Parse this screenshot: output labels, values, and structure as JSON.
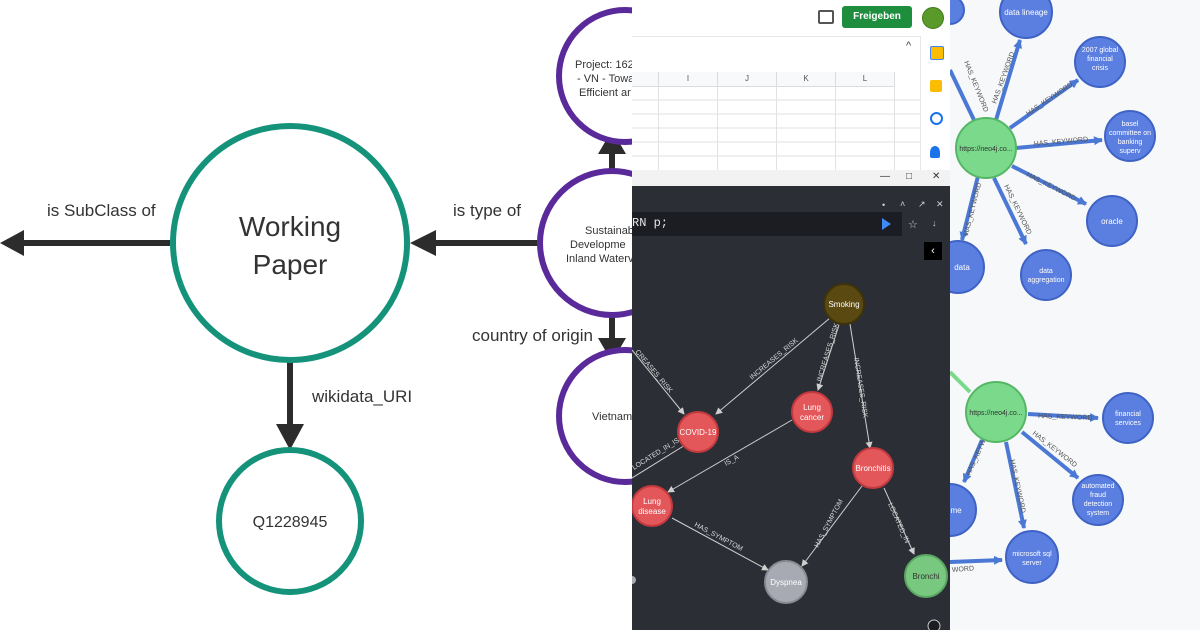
{
  "left": {
    "nodes": {
      "working_paper_line1": "Working",
      "working_paper_line2": "Paper",
      "q_id": "Q1228945",
      "project_line1": "Project: 162",
      "project_line2": "- VN - Towa",
      "project_line3": "Efficient ar",
      "sust_line1": "Sustainab",
      "sust_line2": "Developme",
      "sust_line3": "Inland Waterv",
      "vietnam": "Vietnam"
    },
    "edges": {
      "subclass": "is SubClass of",
      "type_of": "is type of",
      "country": "country of origin",
      "wikidata": "wikidata_URI"
    },
    "colors": {
      "green": "#14937a",
      "purple": "#5a2a9a",
      "arrow": "#2c2c2c"
    }
  },
  "sheet": {
    "share_label": "Freigeben",
    "columns": [
      "I",
      "J",
      "K",
      "L"
    ],
    "caret": "^"
  },
  "neo": {
    "window_controls": [
      "—",
      "□",
      "✕"
    ],
    "query": "RN p;",
    "nodes": {
      "smoking": "Smoking",
      "covid": "COVID-19",
      "lung_cancer_1": "Lung",
      "lung_cancer_2": "cancer",
      "bronchitis": "Bronchitis",
      "lung_disease_1": "Lung",
      "lung_disease_2": "disease",
      "dyspnea": "Dyspnea",
      "bronchi": "Bronchi"
    },
    "edges": {
      "increases_risk": "INCREASES_RISK",
      "creases_risk": "CREASES_RISK",
      "is_a": "IS_A",
      "located_in": "LOCATED_IN",
      "located_in_short": "LOCATED_IN_IS_A",
      "has_symptom": "HAS_SYMPTOM"
    },
    "colors": {
      "red": "#e3565a",
      "olive": "#5a4a12",
      "grey": "#a7aab2",
      "green": "#79c87f"
    }
  },
  "bloom": {
    "nodes": {
      "data_lineage": "data lineage",
      "crisis_1": "2007 global",
      "crisis_2": "financial",
      "crisis_3": "crisis",
      "basel_1": "basel",
      "basel_2": "committee on",
      "basel_3": "banking",
      "basel_4": "superv",
      "hub1": "https://neo4j.co...",
      "oracle": "oracle",
      "data": "data",
      "agg_1": "data",
      "agg_2": "aggregation",
      "hub2": "https://neo4j.co...",
      "fin_1": "financial",
      "fin_2": "services",
      "fraud_1": "automated",
      "fraud_2": "fraud",
      "fraud_3": "detection",
      "fraud_4": "system",
      "me": "me",
      "mssql_1": "microsoft sql",
      "mssql_2": "server"
    },
    "edge_label": "HAS_KEYWORD",
    "edge_label_partial": "HAS_KEYWORD",
    "edge_label_cut": "WORD",
    "colors": {
      "blue": "#5b7fe0",
      "hub": "#7ad98a",
      "edge": "#4a78d4"
    }
  }
}
